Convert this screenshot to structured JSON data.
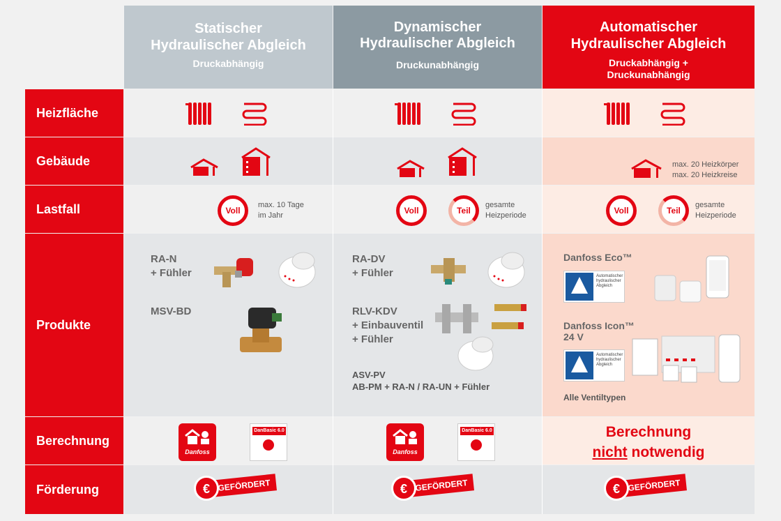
{
  "columns": [
    {
      "title_line1": "Statischer",
      "title_line2": "Hydraulischer Abgleich",
      "subtitle": "Druckabhängig"
    },
    {
      "title_line1": "Dynamischer",
      "title_line2": "Hydraulischer Abgleich",
      "subtitle": "Druckunabhängig"
    },
    {
      "title_line1": "Automatischer",
      "title_line2": "Hydraulischer Abgleich",
      "subtitle_line1": "Druckabhängig +",
      "subtitle_line2": "Druckunabhängig"
    }
  ],
  "rows": {
    "heizflaeche": "Heizfläche",
    "gebaeude": "Gebäude",
    "lastfall": "Lastfall",
    "produkte": "Produkte",
    "berechnung": "Berechnung",
    "foerderung": "Förderung"
  },
  "gebaeude_auto": {
    "line1": "max. 20 Heizkörper",
    "line2": "max. 20 Heizkreise"
  },
  "lastfall": {
    "voll": "Voll",
    "teil": "Teil",
    "col1_note_line1": "max. 10 Tage",
    "col1_note_line2": "im Jahr",
    "note_line1": "gesamte",
    "note_line2": "Heizperiode"
  },
  "produkte": {
    "col1": {
      "p1_line1": "RA-N",
      "p1_line2": "+ Fühler",
      "p2": "MSV-BD"
    },
    "col2": {
      "p1_line1": "RA-DV",
      "p1_line2": "+ Fühler",
      "p2_line1": "RLV-KDV",
      "p2_line2": "+ Einbauventil",
      "p2_line3": "+ Fühler",
      "p3_line1": "ASV-PV",
      "p3_line2": "AB-PM + RA-N / RA-UN + Fühler"
    },
    "col3": {
      "eco": "Danfoss Eco™",
      "icon_line1": "Danfoss Icon™",
      "icon_line2": "24 V",
      "alle": "Alle Ventiltypen",
      "tuv_line1": "Automatischer",
      "tuv_line2": "hydraulischer",
      "tuv_line3": "Abgleich"
    }
  },
  "berechnung": {
    "danbasic": "DanBasic 6.0",
    "brand": "Danfoss",
    "auto_line1": "Berechnung",
    "auto_nicht": "nicht",
    "auto_rest": "notwendig"
  },
  "foerderung": {
    "label": "GEFÖRDERT",
    "euro": "€"
  },
  "colors": {
    "red": "#e30613",
    "header_grey1": "#bfc8ce",
    "header_grey2": "#8c9aa2",
    "light_pink": "#fde6dd"
  }
}
